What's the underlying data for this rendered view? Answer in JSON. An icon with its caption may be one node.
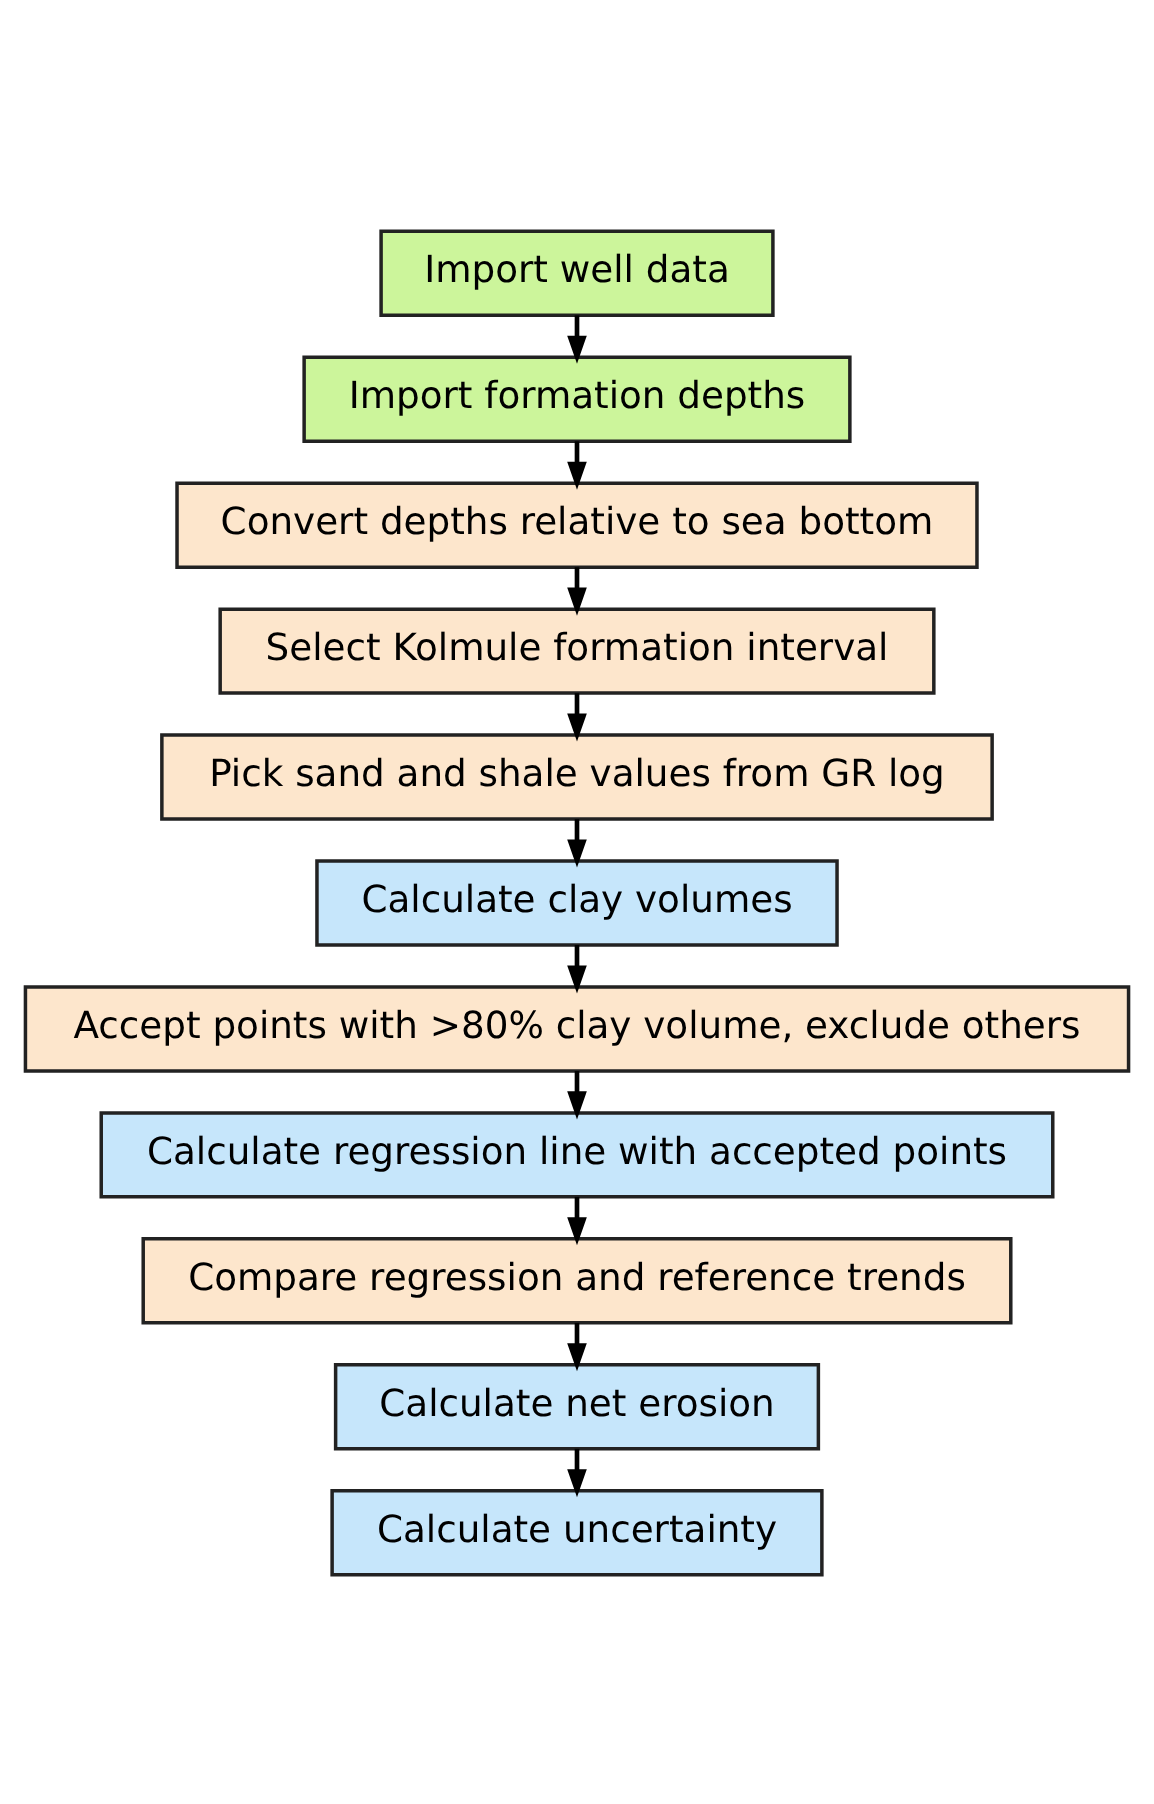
{
  "diagram": {
    "nodes": [
      {
        "text": [
          "Import well data"
        ]
      },
      {
        "text": [
          "Import formation depths"
        ]
      },
      {
        "text": [
          "Convert depths relative to sea bottom"
        ]
      },
      {
        "text": [
          "Select Kolmule formation interval"
        ]
      },
      {
        "text": [
          "Pick sand and shale values from GR log"
        ]
      },
      {
        "text": [
          "Calculate clay volumes"
        ]
      },
      {
        "text": [
          "Accept points with >80% clay volume, exclude others"
        ]
      },
      {
        "text": [
          "Calculate regression line with accepted points"
        ]
      },
      {
        "text": [
          "Compare regression and reference trends"
        ]
      },
      {
        "text": [
          "Calculate net erosion"
        ]
      },
      {
        "text": [
          "Calculate uncertainty"
        ]
      }
    ],
    "edges": [
      {
        "from": 0,
        "to": 1,
        "arrow": "to"
      },
      {
        "from": 1,
        "to": 2,
        "arrow": "to"
      },
      {
        "from": 2,
        "to": 3,
        "arrow": "to"
      },
      {
        "from": 3,
        "to": 4,
        "arrow": "to"
      },
      {
        "from": 4,
        "to": 5,
        "arrow": "to"
      },
      {
        "from": 5,
        "to": 6,
        "arrow": "to"
      },
      {
        "from": 6,
        "to": 7,
        "arrow": "to"
      },
      {
        "from": 7,
        "to": 8,
        "arrow": "to"
      },
      {
        "from": 8,
        "to": 9,
        "arrow": "to"
      },
      {
        "from": 9,
        "to": 10,
        "arrow": "to"
      }
    ]
  }
}
